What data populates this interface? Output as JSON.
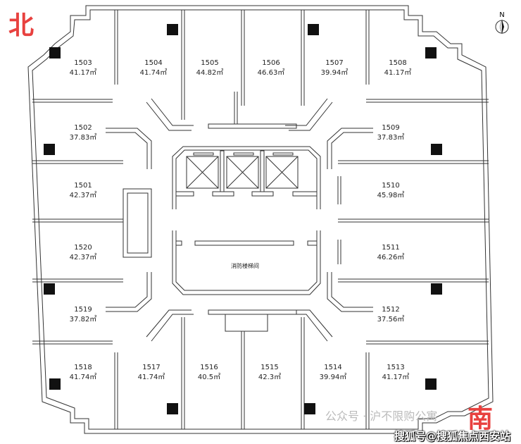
{
  "directions": {
    "north": "北",
    "south": "南",
    "compass": "N"
  },
  "stair_label": "消防楼梯间",
  "units": [
    {
      "no": "1503",
      "area": "41.17㎡"
    },
    {
      "no": "1504",
      "area": "41.74㎡"
    },
    {
      "no": "1505",
      "area": "44.82㎡"
    },
    {
      "no": "1506",
      "area": "46.63㎡"
    },
    {
      "no": "1507",
      "area": "39.94㎡"
    },
    {
      "no": "1508",
      "area": "41.17㎡"
    },
    {
      "no": "1502",
      "area": "37.83㎡"
    },
    {
      "no": "1509",
      "area": "37.83㎡"
    },
    {
      "no": "1501",
      "area": "42.37㎡"
    },
    {
      "no": "1510",
      "area": "45.98㎡"
    },
    {
      "no": "1520",
      "area": "42.37㎡"
    },
    {
      "no": "1511",
      "area": "46.26㎡"
    },
    {
      "no": "1519",
      "area": "37.82㎡"
    },
    {
      "no": "1512",
      "area": "37.56㎡"
    },
    {
      "no": "1518",
      "area": "41.74㎡"
    },
    {
      "no": "1517",
      "area": "41.74㎡"
    },
    {
      "no": "1516",
      "area": "40.5㎡"
    },
    {
      "no": "1515",
      "area": "42.3㎡"
    },
    {
      "no": "1514",
      "area": "39.94㎡"
    },
    {
      "no": "1513",
      "area": "41.17㎡"
    }
  ],
  "watermark": {
    "line1": "公众号 · 沪不限购公寓",
    "line2": "搜狐号@搜狐焦点西安站"
  }
}
